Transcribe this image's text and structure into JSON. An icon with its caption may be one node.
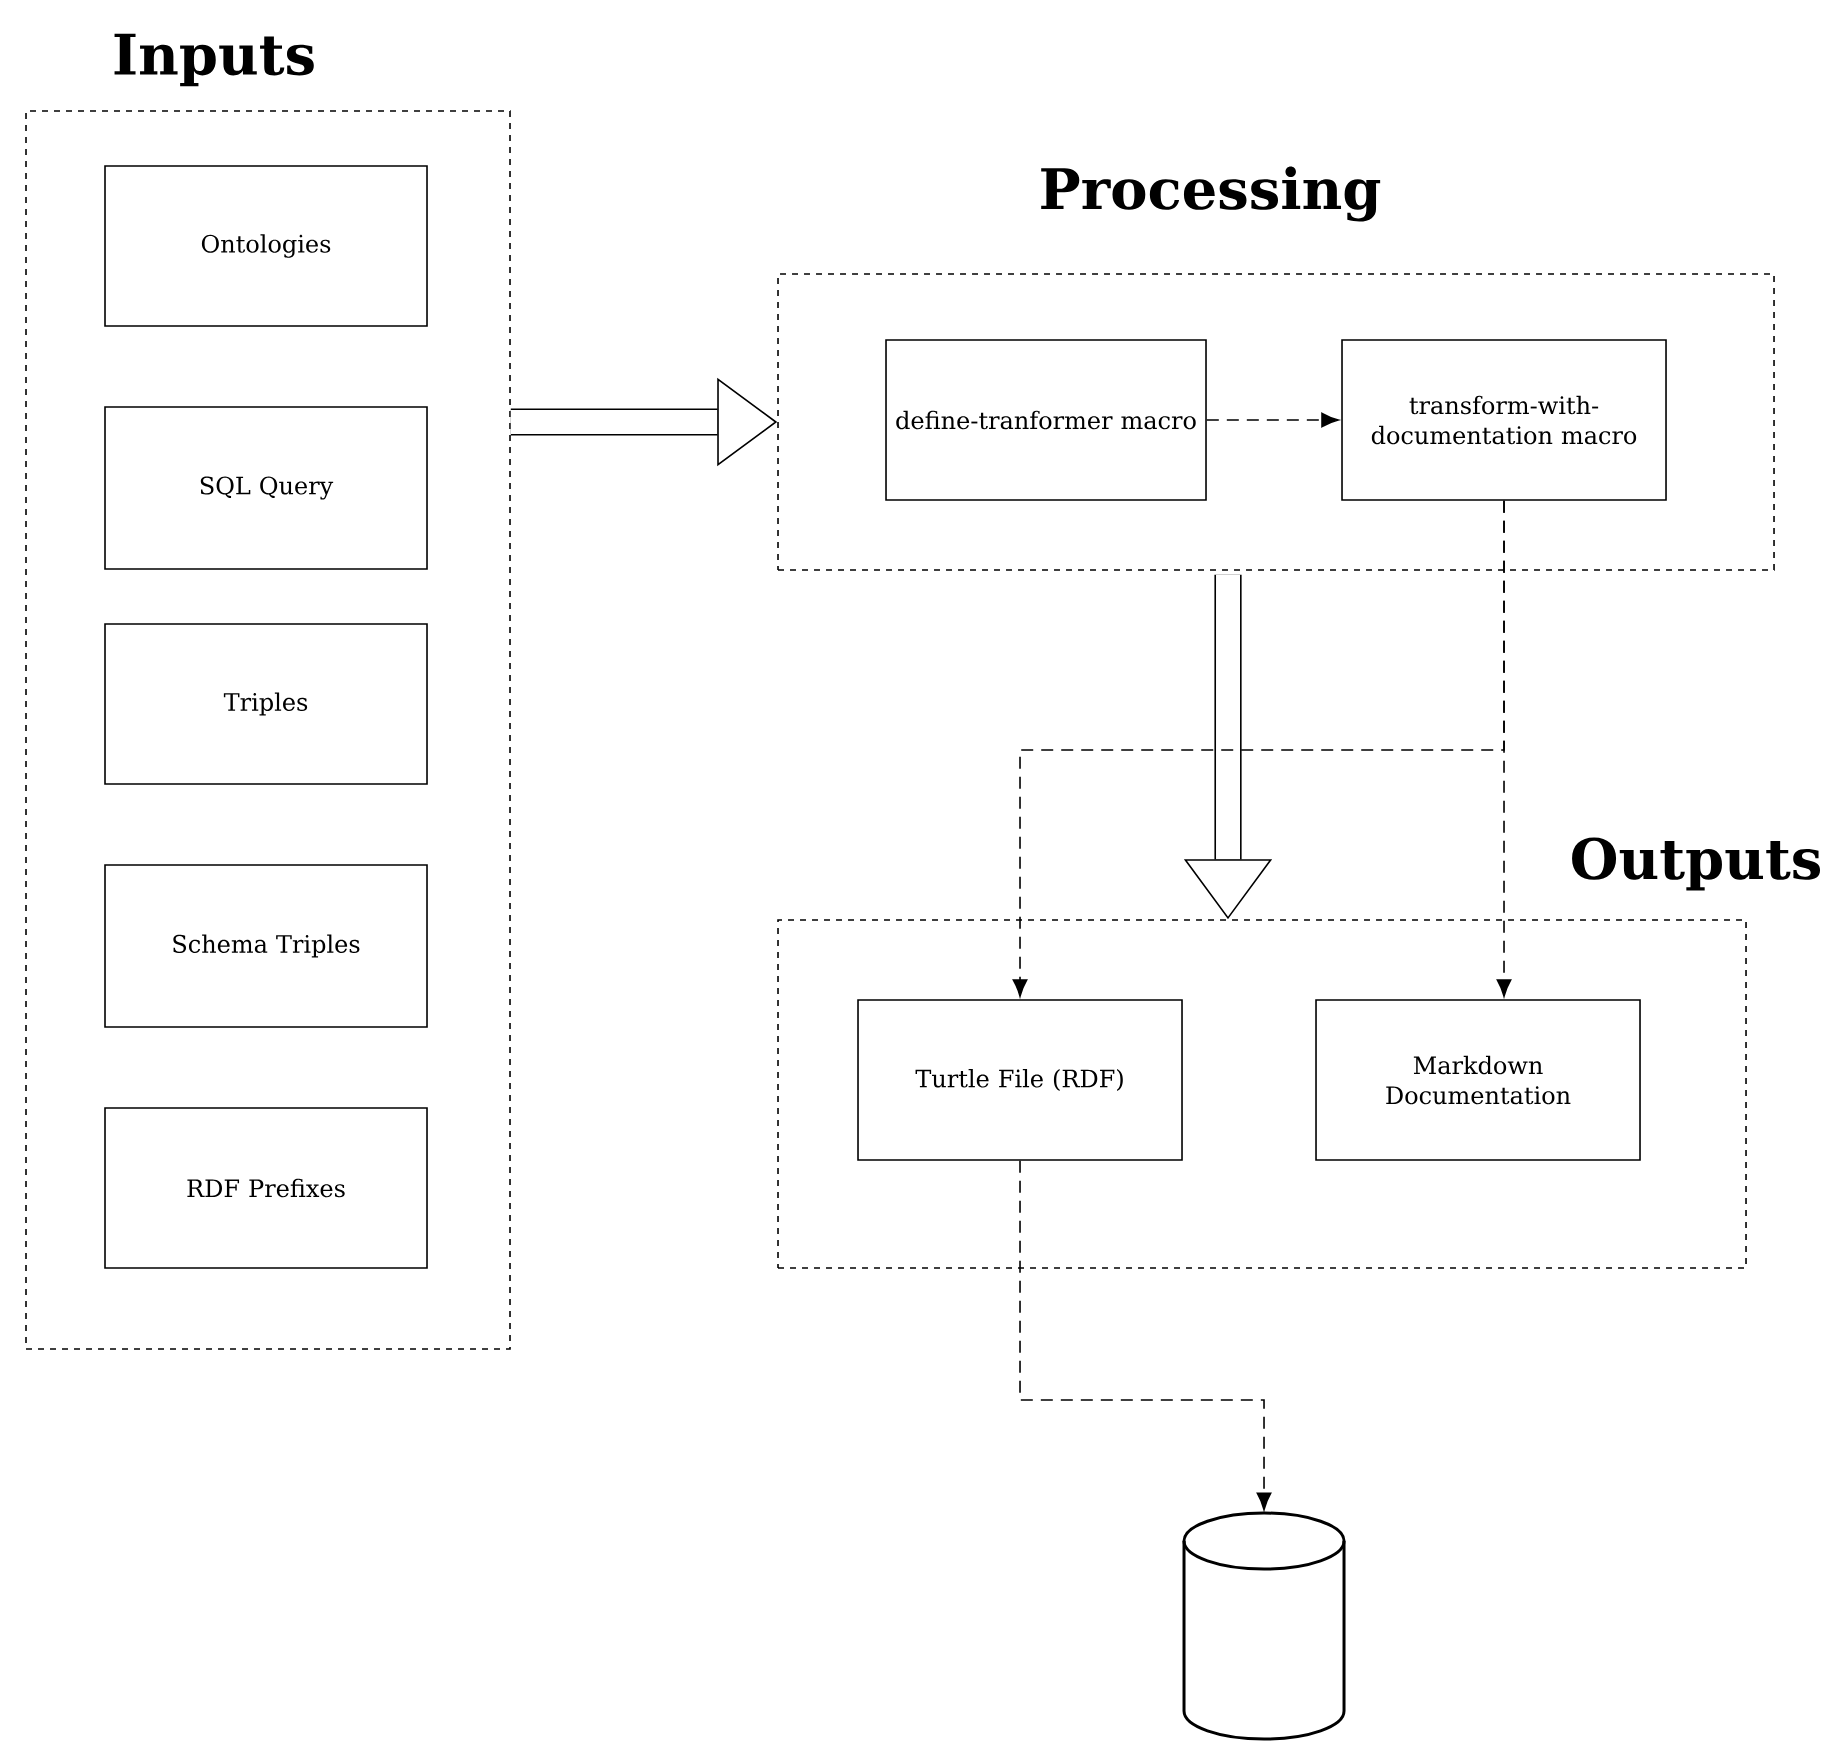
{
  "diagram": {
    "nodes": [
      {
        "text": [
          "Inputs"
        ]
      },
      {
        "text": [
          "Ontologies"
        ],
        "in": 0
      },
      {
        "text": [
          "SQL Query"
        ],
        "in": 0
      },
      {
        "text": [
          "Triples"
        ],
        "in": 0
      },
      {
        "text": [
          "Schema Triples"
        ],
        "in": 0
      },
      {
        "text": [
          "RDF Prefixes"
        ],
        "in": 0
      },
      {
        "text": [
          "Processing"
        ]
      },
      {
        "text": [
          "define-tranformer macro"
        ],
        "in": 6
      },
      {
        "text": [
          "transform-with-documentation macro"
        ],
        "in": 6
      },
      {
        "text": [
          "Outputs"
        ]
      },
      {
        "text": [
          "Turtle File (RDF)"
        ],
        "in": 9
      },
      {
        "text": [
          "Markdown Documentation"
        ],
        "in": 9
      },
      {
        "text": [],
        "shape": "cylinder"
      }
    ],
    "edges": [
      {
        "from": 0,
        "to": 6,
        "arrow": "to",
        "style": "thick"
      },
      {
        "from": 7,
        "to": 8,
        "arrow": "to",
        "style": "dashed"
      },
      {
        "from": 6,
        "to": 9,
        "arrow": "to",
        "style": "thick"
      },
      {
        "from": 8,
        "to": 10,
        "arrow": "to",
        "style": "dashed"
      },
      {
        "from": 8,
        "to": 11,
        "arrow": "to",
        "style": "dashed"
      },
      {
        "from": 10,
        "to": 12,
        "arrow": "to",
        "style": "dashed"
      }
    ]
  }
}
